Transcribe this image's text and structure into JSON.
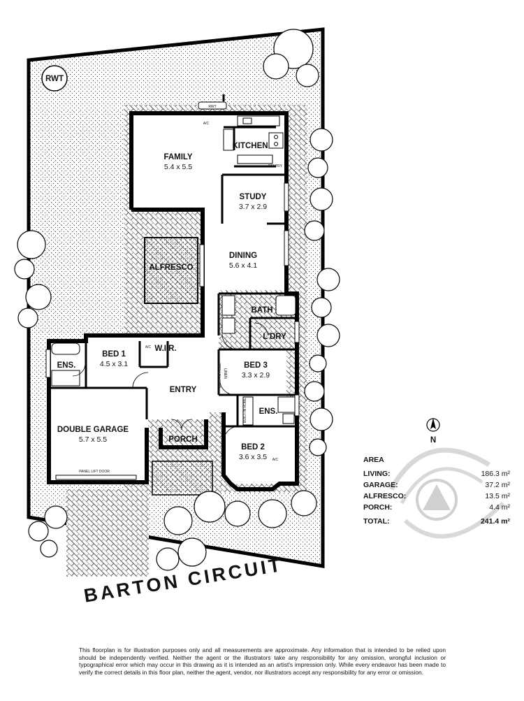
{
  "street_name": "BARTON CIRCUIT",
  "north_label": "N",
  "rwt_label": "RWT",
  "rwt_small": "RWT",
  "rooms": {
    "family": {
      "name": "FAMILY",
      "dim": "5.4 x 5.5"
    },
    "kitchen": {
      "name": "KITCHEN"
    },
    "pantry": {
      "name": "PANTRY"
    },
    "study": {
      "name": "STUDY",
      "dim": "3.7 x 2.9"
    },
    "dining": {
      "name": "DINING",
      "dim": "5.6 x 4.1"
    },
    "alfresco": {
      "name": "ALFRESCO"
    },
    "bath": {
      "name": "BATH"
    },
    "laundry": {
      "name": "L'DRY"
    },
    "bed1": {
      "name": "BED 1",
      "dim": "4.5 x 3.1"
    },
    "wir": {
      "name": "W.I.R."
    },
    "ens1": {
      "name": "ENS."
    },
    "bed3": {
      "name": "BED 3",
      "dim": "3.3 x 2.9"
    },
    "entry": {
      "name": "ENTRY"
    },
    "ens2": {
      "name": "ENS."
    },
    "garage": {
      "name": "DOUBLE GARAGE",
      "dim": "5.7 x 5.5"
    },
    "porch": {
      "name": "PORCH"
    },
    "bed2": {
      "name": "BED 2",
      "dim": "3.6 x 3.5"
    }
  },
  "fixtures": {
    "ac": "A/C",
    "linen": "LINEN",
    "robe_bed3": "BUILT-IN ROBE",
    "robe_bed2": "BUILT-IN ROBE",
    "panel_lift_door": "PANEL LIFT DOOR"
  },
  "area": {
    "title": "AREA",
    "rows": [
      {
        "label": "LIVING:",
        "value": "186.3 m²"
      },
      {
        "label": "GARAGE:",
        "value": "37.2 m²"
      },
      {
        "label": "ALFRESCO:",
        "value": "13.5 m²"
      },
      {
        "label": "PORCH:",
        "value": "4.4 m²"
      }
    ],
    "total": {
      "label": "TOTAL:",
      "value": "241.4 m²"
    }
  },
  "disclaimer": "This floorplan is for illustration purposes only and all measurements are approximate. Any information that is intended to be relied upon should be independently verified. Neither the agent or the illustrators take any responsibility for any omission, wrongful inclusion or typographical error which may occur in this drawing as it is intended as an artist's impression only. While every endeavor has been made to verify the correct details in this floor plan, neither the agent, vendor, nor illustrators accept any responsibility for any error or omission."
}
